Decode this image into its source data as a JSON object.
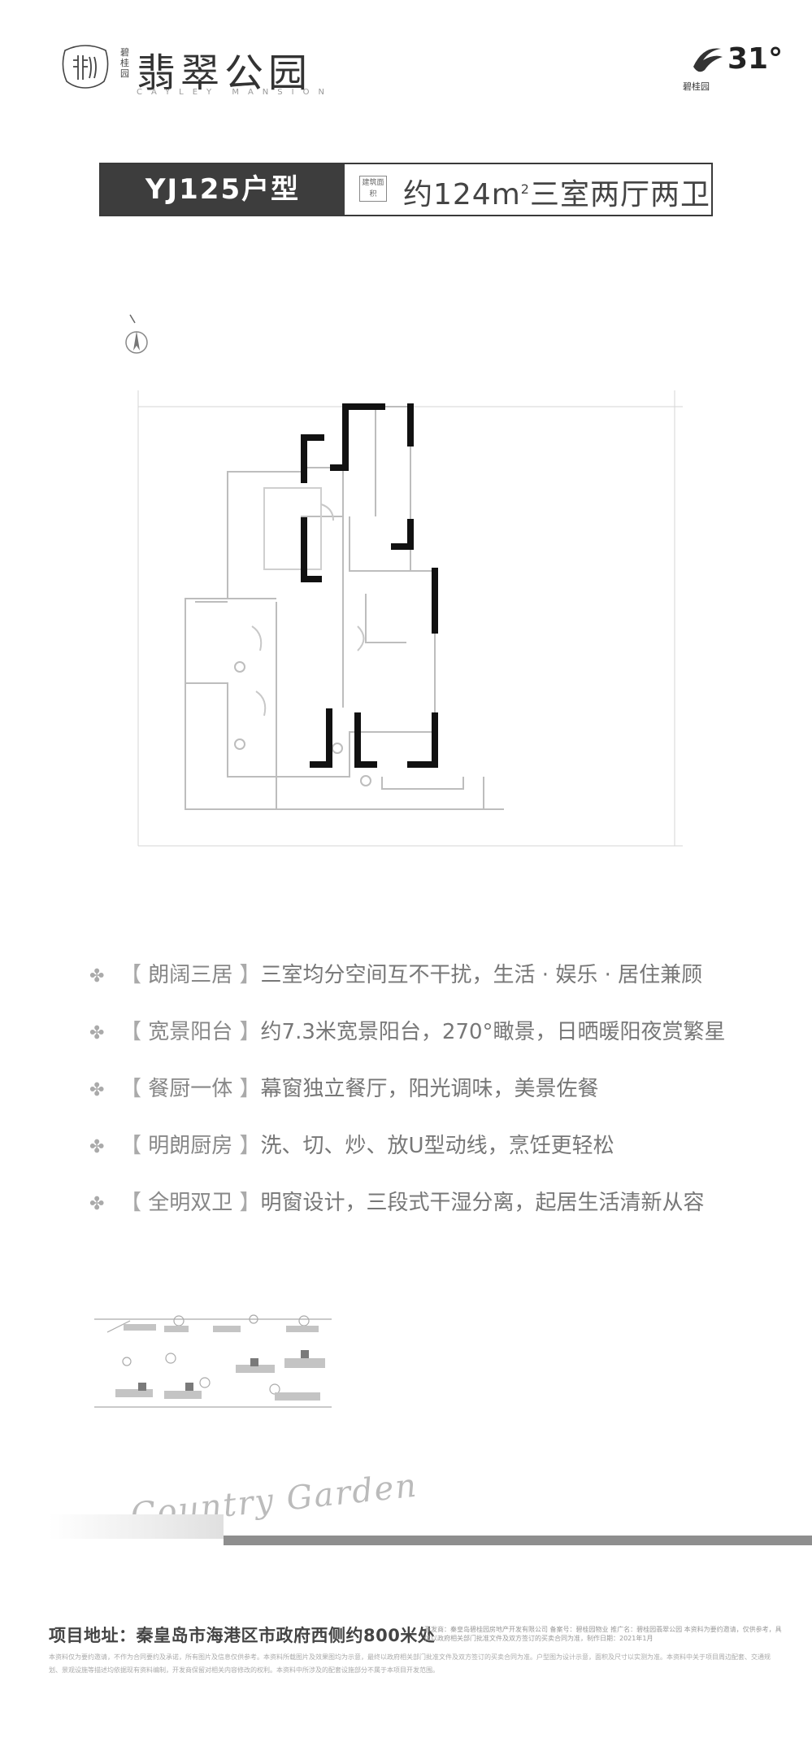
{
  "header": {
    "brand_small": "碧桂园",
    "brand_title": "翡翠公园",
    "brand_subtitle": "CAYLEY MANSION",
    "corp_name": "碧桂园",
    "anniversary": "31°"
  },
  "title_bar": {
    "unit_type": "YJ125户型",
    "badge": "建筑面积",
    "area_prefix": "约124m",
    "area_sup": "2",
    "layout": "三室两厅两卫"
  },
  "features": [
    {
      "label": "朗阔三居",
      "text": "三室均分空间互不干扰，生活 · 娱乐 · 居住兼顾"
    },
    {
      "label": "宽景阳台",
      "text": "约7.3米宽景阳台，270°瞰景，日晒暖阳夜赏繁星"
    },
    {
      "label": "餐厨一体",
      "text": "幕窗独立餐厅，阳光调味，美景佐餐"
    },
    {
      "label": "明朗厨房",
      "text": "洗、切、炒、放U型动线，烹饪更轻松"
    },
    {
      "label": "全明双卫",
      "text": "明窗设计，三段式干湿分离，起居生活清新从容"
    }
  ],
  "footer": {
    "script": "Country Garden",
    "address_label": "项目地址：",
    "address": "秦皇岛市海港区市政府西侧约800米处",
    "fine_top": "开发商：秦皇岛碧桂园房地产开发有限公司  备案号：碧桂园物业  推广名：碧桂园翡翠公园  本资料为要约邀请，仅供参考，具体以政府相关部门批准文件及双方签订的买卖合同为准，制作日期：2021年1月",
    "fine": "本资料仅为要约邀请，不作为合同要约及承诺，所有图片及信息仅供参考。本资料所载图片及效果图均为示意，最终以政府相关部门批准文件及双方签订的买卖合同为准。户型图为设计示意，面积及尺寸以实测为准。本资料中关于项目周边配套、交通规划、景观设施等描述均依据现有资料编制，开发商保留对相关内容修改的权利。本资料中所涉及的配套设施部分不属于本项目开发范围。"
  },
  "icons": {
    "feature_bullet": "✤"
  },
  "colors": {
    "title_block": "#3d3d3d",
    "band": "#8e8e8e"
  }
}
